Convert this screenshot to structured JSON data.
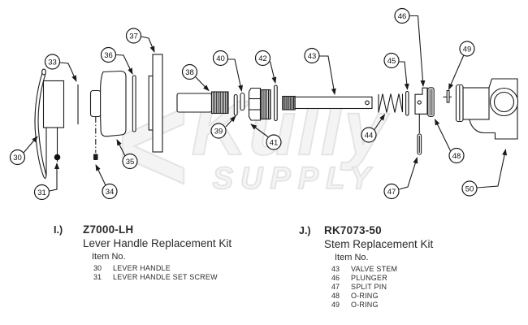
{
  "watermark": {
    "prefix": "<",
    "line1": "Kully",
    "line2": "SUPPLY"
  },
  "diagram": {
    "callouts": [
      {
        "label": "30"
      },
      {
        "label": "31"
      },
      {
        "label": "33"
      },
      {
        "label": "34"
      },
      {
        "label": "35"
      },
      {
        "label": "36"
      },
      {
        "label": "37"
      },
      {
        "label": "38"
      },
      {
        "label": "39"
      },
      {
        "label": "40"
      },
      {
        "label": "41"
      },
      {
        "label": "42"
      },
      {
        "label": "43"
      },
      {
        "label": "44"
      },
      {
        "label": "45"
      },
      {
        "label": "46"
      },
      {
        "label": "47"
      },
      {
        "label": "48"
      },
      {
        "label": "49"
      },
      {
        "label": "50"
      }
    ]
  },
  "kits": [
    {
      "index_label": "I.)",
      "part_number": "Z7000-LH",
      "kit_name": "Lever Handle Replacement Kit",
      "items_header": "Item No.",
      "items": [
        {
          "no": "30",
          "name": "LEVER HANDLE"
        },
        {
          "no": "31",
          "name": "LEVER HANDLE SET SCREW"
        }
      ]
    },
    {
      "index_label": "J.)",
      "part_number": "RK7073-50",
      "kit_name": "Stem Replacement Kit",
      "items_header": "Item No.",
      "items": [
        {
          "no": "43",
          "name": "VALVE STEM"
        },
        {
          "no": "46",
          "name": "PLUNGER"
        },
        {
          "no": "47",
          "name": "SPLIT PIN"
        },
        {
          "no": "48",
          "name": "O-RING"
        },
        {
          "no": "49",
          "name": "O-RING"
        }
      ]
    }
  ]
}
